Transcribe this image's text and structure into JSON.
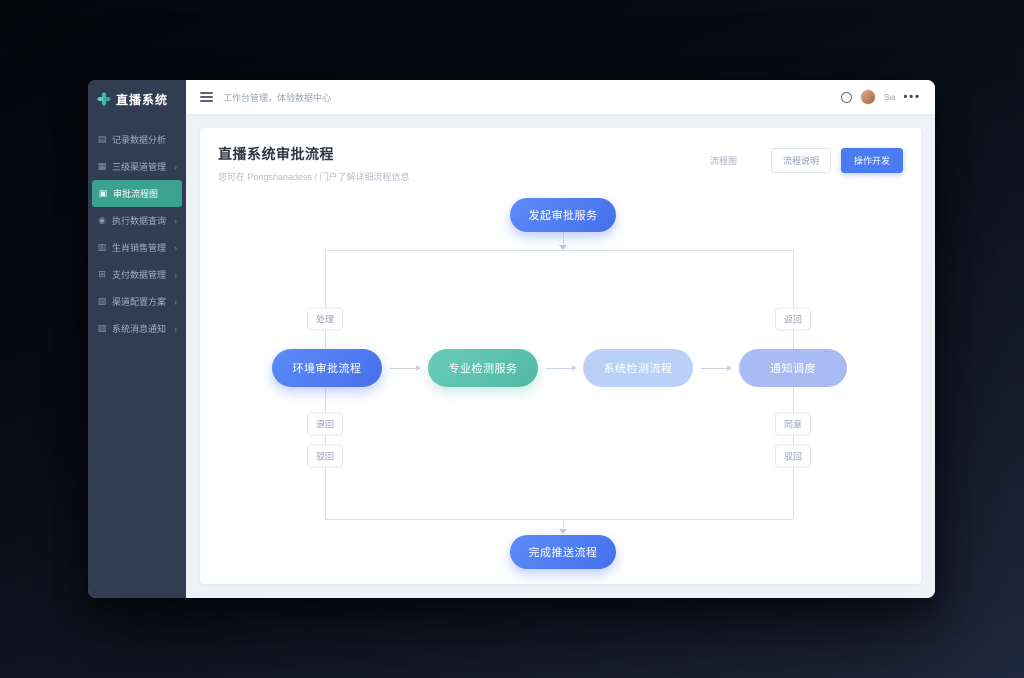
{
  "logo": {
    "title": "直播系统"
  },
  "sidebar": {
    "items": [
      {
        "label": "记录数据分析",
        "icon": "▤"
      },
      {
        "label": "三级渠道管理",
        "icon": "▦"
      },
      {
        "label": "审批流程图",
        "icon": "▣"
      },
      {
        "label": "执行数据查询",
        "icon": "◉"
      },
      {
        "label": "生肖销售管理",
        "icon": "▥"
      },
      {
        "label": "支付数据管理",
        "icon": "⊞"
      },
      {
        "label": "渠道配置方案",
        "icon": "▧"
      },
      {
        "label": "系统消息通知",
        "icon": "▨"
      }
    ]
  },
  "header": {
    "breadcrumb": "工作台管理，体验数据中心",
    "user_name": "Sia",
    "dots": "•••"
  },
  "page": {
    "title": "直播系统审批流程",
    "subtitle": "您可在 Pongshanadess / 门户了解详细流程信息",
    "legend": "流程图",
    "secondary_button": "流程说明",
    "primary_button": "操作开发"
  },
  "flow": {
    "top_node": "发起审批服务",
    "middle_nodes": [
      "环境审批流程",
      "专业检测服务",
      "系统检测流程",
      "通知调度"
    ],
    "bottom_node": "完成推送流程",
    "branch_labels": {
      "left_top": "处理",
      "right_top": "返回",
      "left_1": "退回",
      "left_2": "驳回",
      "right_1": "同意",
      "right_2": "驳回"
    },
    "colors": {
      "primary_blue": "#4a7bf0",
      "teal": "#52b9a6",
      "light_blue": "#b9d1f8",
      "periwinkle": "#a8bbf3",
      "sidebar_active": "#3ba290"
    }
  },
  "ui": {
    "chevron": "›"
  }
}
